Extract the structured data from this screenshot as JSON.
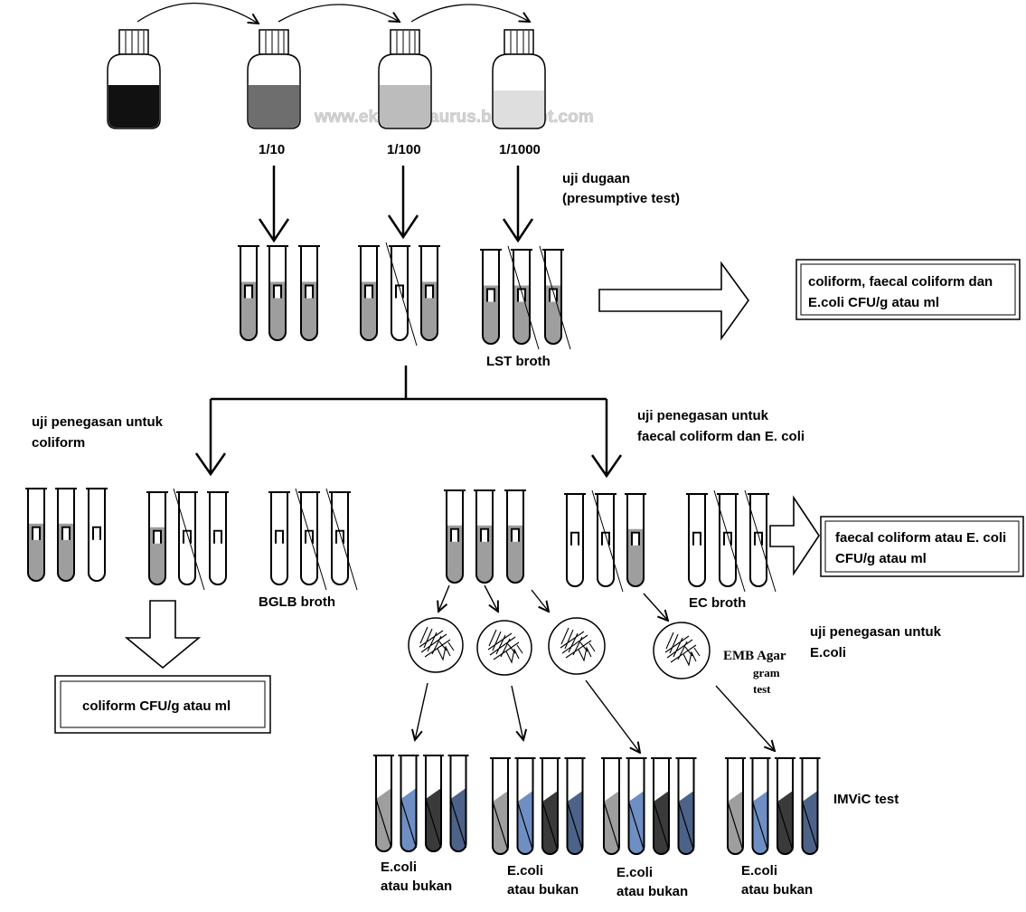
{
  "watermark": "www.ekmon-saurus.blogspot.com",
  "dilutions": [
    "1/10",
    "1/100",
    "1/1000"
  ],
  "presumptive": {
    "line1": "uji dugaan",
    "line2": "(presumptive test)",
    "medium": "LST broth"
  },
  "result_boxes": {
    "coliform_faecal": [
      "coliform, faecal coliform dan",
      "E.coli CFU/g atau ml"
    ],
    "faecal_ecoli": [
      "faecal coliform atau E. coli",
      "CFU/g atau ml"
    ],
    "coliform": [
      "coliform CFU/g atau ml"
    ]
  },
  "confirm_coliform": {
    "line1": "uji penegasan untuk",
    "line2": "coliform",
    "medium": "BGLB broth"
  },
  "confirm_faecal": {
    "line1": "uji penegasan untuk",
    "line2": "faecal coliform dan E. coli",
    "medium": "EC broth"
  },
  "confirm_ecoli": {
    "line1": "uji penegasan untuk",
    "line2": "E.coli",
    "agar": "EMB Agar",
    "gram_line1": "gram",
    "gram_line2": "test"
  },
  "imvic_label": "IMViC test",
  "result_labels": [
    {
      "line1": "E.coli",
      "line2": "atau bukan"
    },
    {
      "line1": "E.coli",
      "line2": "atau bukan"
    },
    {
      "line1": "E.coli",
      "line2": "atau bukan"
    },
    {
      "line1": "E.coli",
      "line2": "atau bukan"
    }
  ],
  "colors": {
    "stroke": "#000000",
    "gray_fill": "#9e9e9e",
    "dark_fill": "#3a3a3a",
    "blue_fill": "#6f8fc4",
    "slate_fill": "#4d6288",
    "watermark": "#d6d6d6"
  },
  "icons": [
    "bottle-icon",
    "test-tube-icon",
    "petri-dish-icon",
    "block-arrow-icon"
  ]
}
